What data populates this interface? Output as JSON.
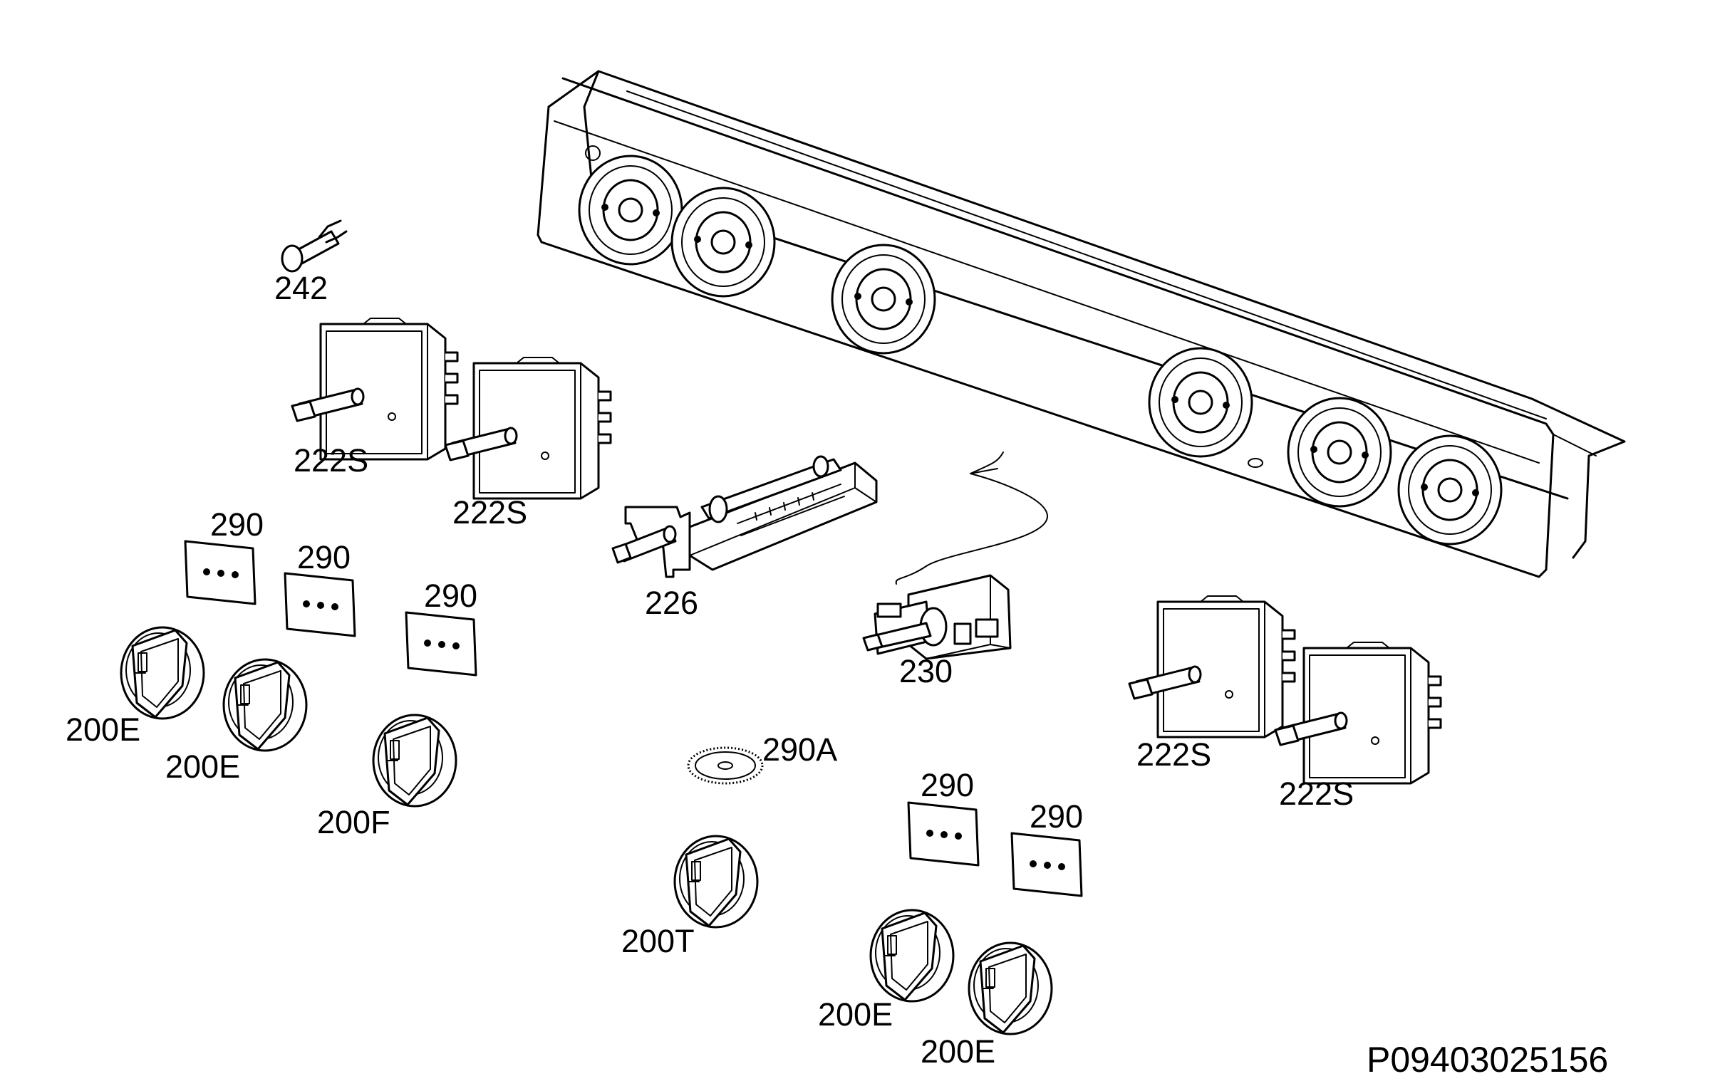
{
  "diagram": {
    "labels": {
      "switch_242": "242",
      "switch_222s_a": "222S",
      "switch_222s_b": "222S",
      "switch_222s_c": "222S",
      "switch_222s_d": "222S",
      "thermostat_226": "226",
      "thermostat_230": "230",
      "plate_290_a": "290",
      "plate_290_b": "290",
      "plate_290_c": "290",
      "plate_290_d": "290",
      "plate_290_e": "290",
      "disc_290a": "290A",
      "knob_200e_a": "200E",
      "knob_200e_b": "200E",
      "knob_200e_c": "200E",
      "knob_200e_d": "200E",
      "knob_200f": "200F",
      "knob_200t": "200T"
    },
    "reference_code": "P09403025156"
  },
  "colors": {
    "line": "#000000",
    "background": "#ffffff"
  }
}
